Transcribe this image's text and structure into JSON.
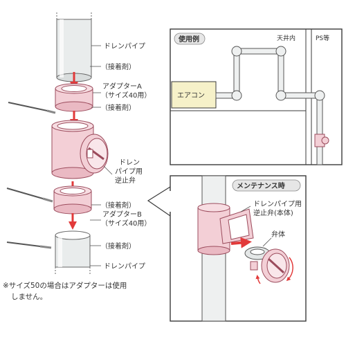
{
  "colors": {
    "pipe_fill": "#e9ecec",
    "pipe_edge": "#666666",
    "adapter_fill": "#f3cfd6",
    "adapter_edge": "#9b4b5c",
    "arrow": "#e23a3a",
    "usage_box_fill": "#f6f1c9",
    "frame": "#3a3a3a"
  },
  "labels": {
    "drain_pipe_top": "ドレンパイプ",
    "adhesive_1": "（接着剤）",
    "adapter_a_line1": "アダプターA",
    "adapter_a_line2": "（サイズ40用）",
    "adhesive_2": "（接着剤）",
    "check_valve_line1": "ドレン",
    "check_valve_line2": "パイプ用",
    "check_valve_line3": "逆止弁",
    "adhesive_3": "（接着剤）",
    "adapter_b_line1": "アダプターB",
    "adapter_b_line2": "（サイズ40用）",
    "adhesive_4": "（接着剤）",
    "drain_pipe_bottom": "ドレンパイプ",
    "note_line1": "※サイズ50の場合はアダプターは使用",
    "note_line2": "しません。"
  },
  "usage": {
    "title": "使用例",
    "ceiling": "天井内",
    "ps": "PS等",
    "aircon": "エアコン"
  },
  "maintenance": {
    "title": "メンテナンス時",
    "valve_line1": "ドレンパイプ用",
    "valve_line2": "逆止弁(本体)",
    "disc": "弁体"
  }
}
